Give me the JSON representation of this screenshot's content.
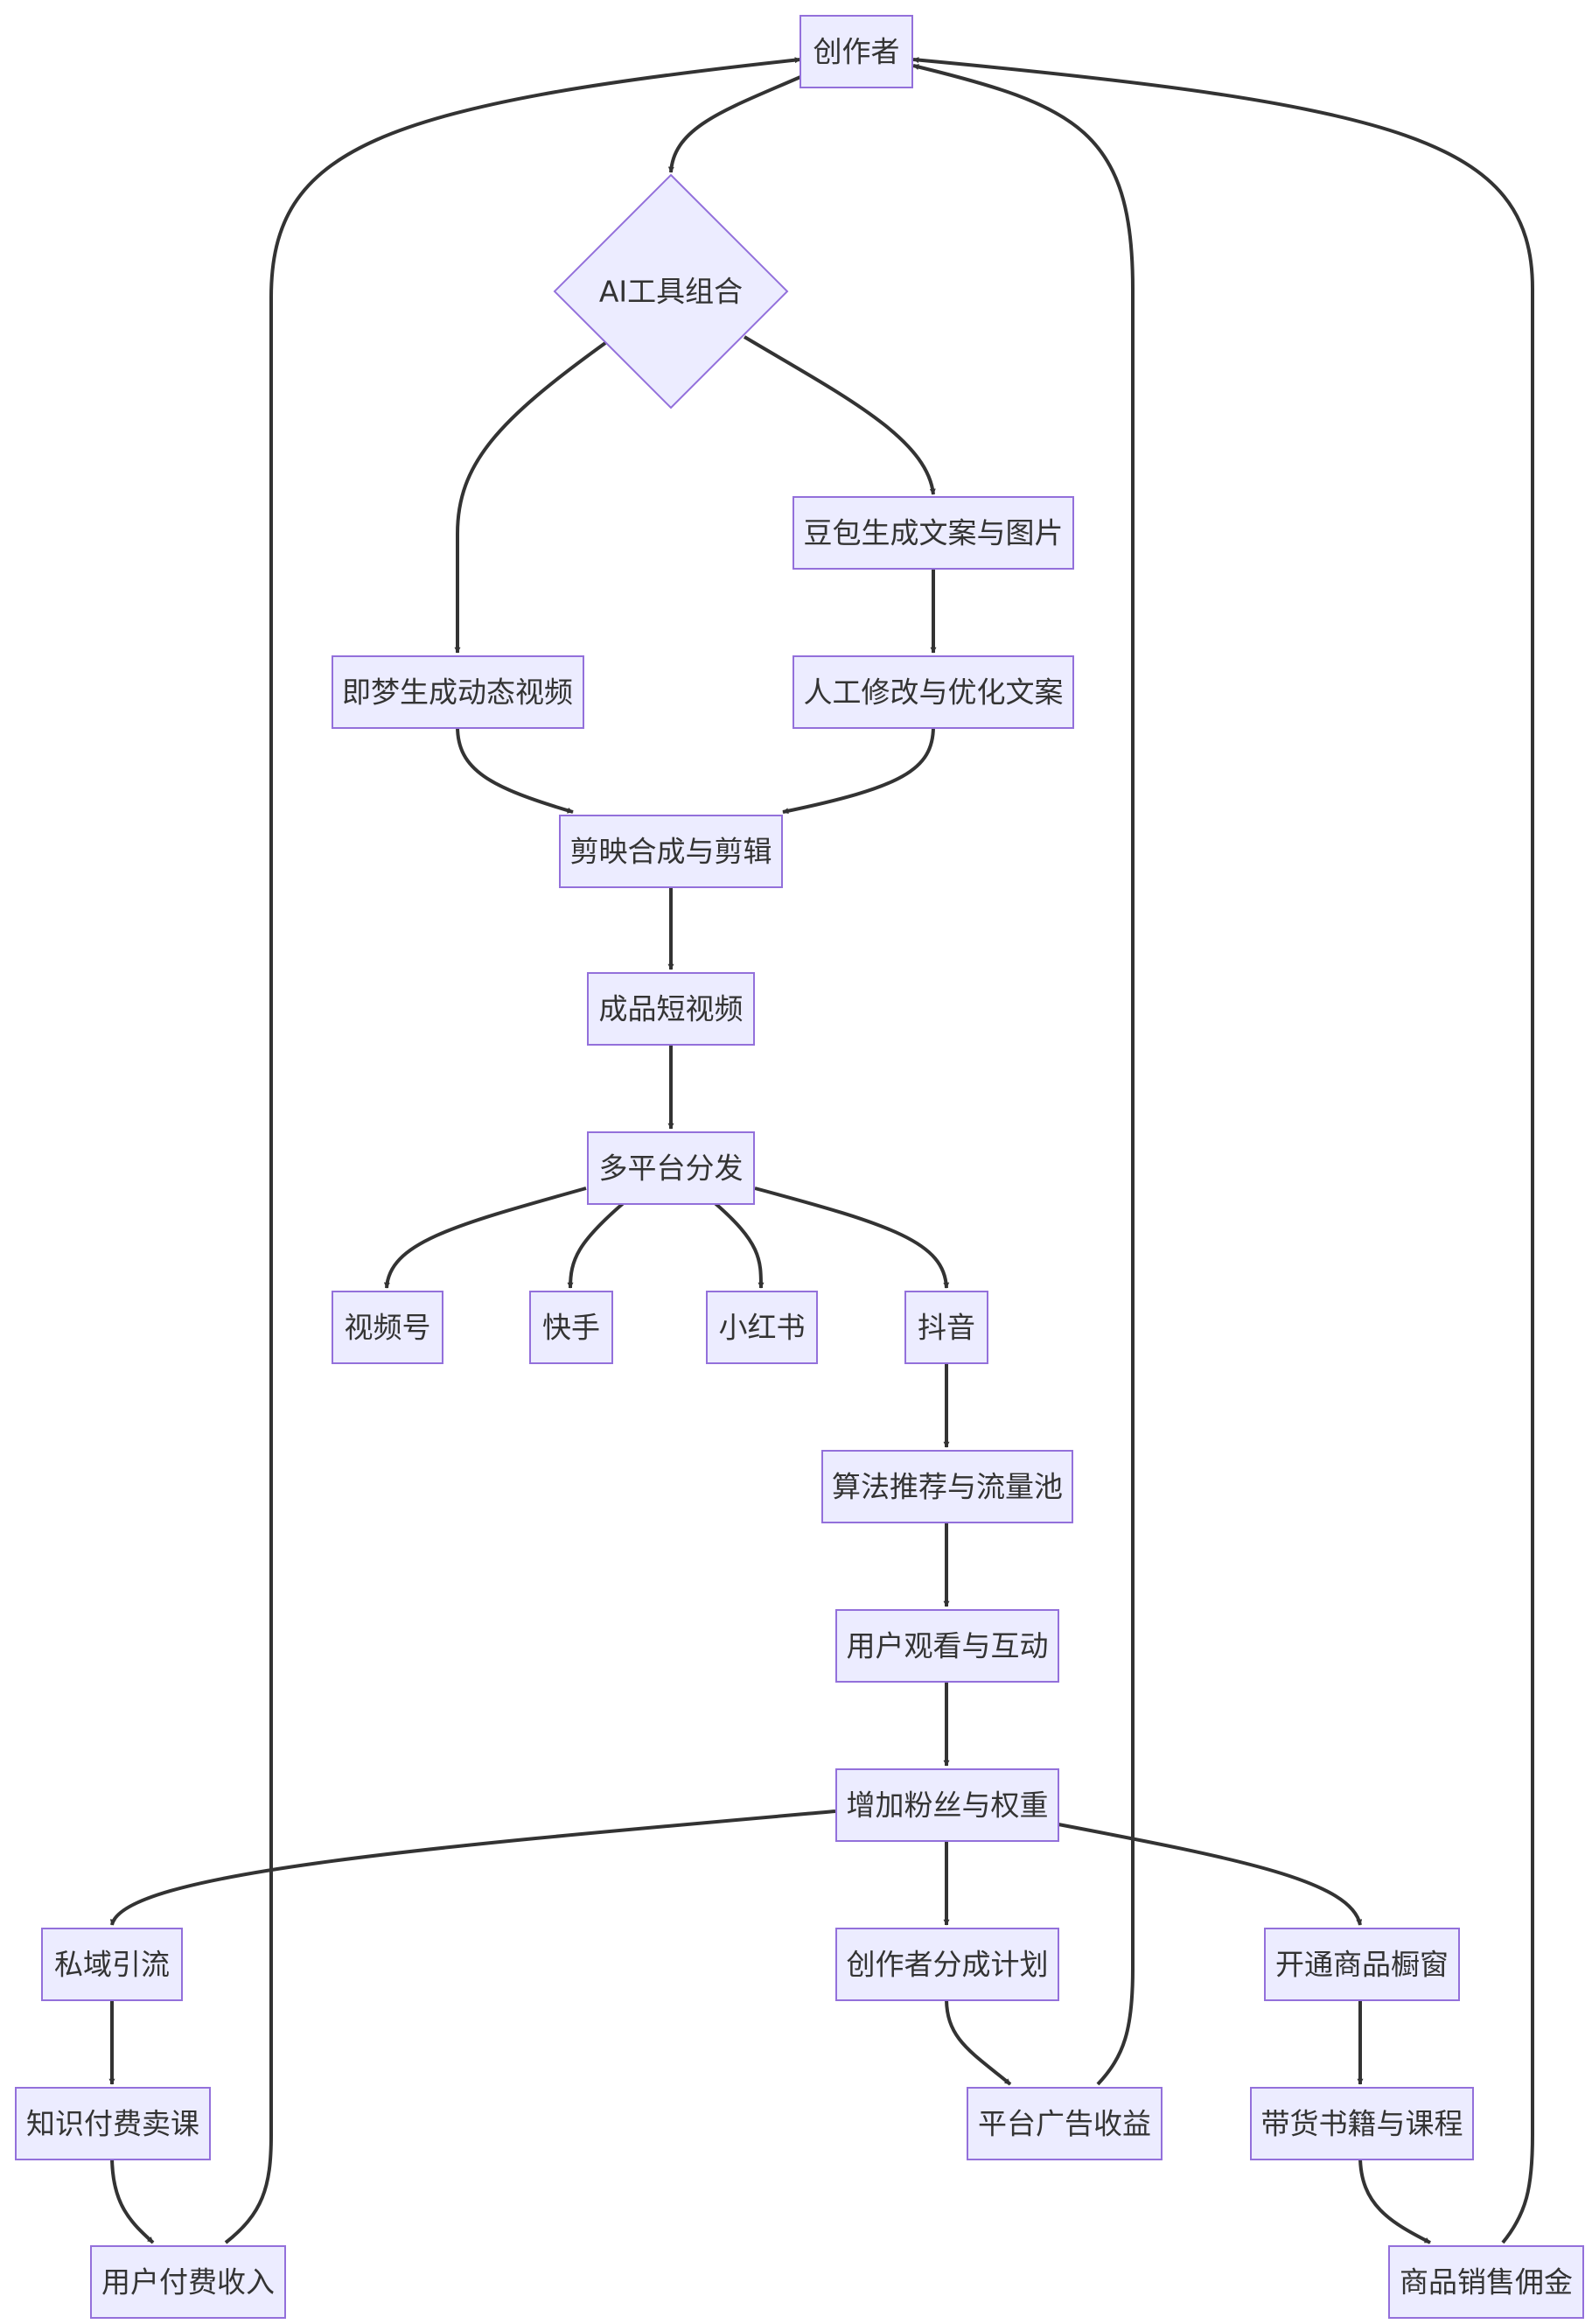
{
  "nodes": {
    "creator": "创作者",
    "ai_tools": "AI工具组合",
    "doubao": "豆包生成文案与图片",
    "jimeng": "即梦生成动态视频",
    "manual_edit": "人工修改与优化文案",
    "jianying": "剪映合成与剪辑",
    "final_video": "成品短视频",
    "distribution": "多平台分发",
    "shipinhao": "视频号",
    "kuaishou": "快手",
    "xiaohongshu": "小红书",
    "douyin": "抖音",
    "algorithm": "算法推荐与流量池",
    "user_interact": "用户观看与互动",
    "fans_weight": "增加粉丝与权重",
    "private_traffic": "私域引流",
    "creator_share": "创作者分成计划",
    "shop_window": "开通商品橱窗",
    "knowledge_course": "知识付费卖课",
    "platform_ad": "平台广告收益",
    "goods_books": "带货书籍与课程",
    "user_pay": "用户付费收入",
    "sales_commission": "商品销售佣金"
  },
  "colors": {
    "node_fill": "#ECECFF",
    "node_stroke": "#9370DB",
    "edge": "#333333",
    "text": "#333333"
  }
}
